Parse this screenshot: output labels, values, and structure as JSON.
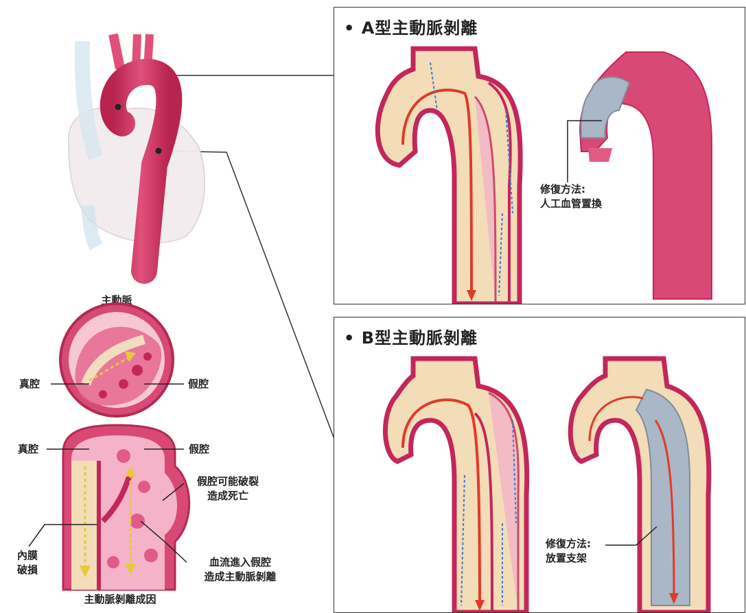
{
  "panel_a": {
    "title": "• A型主動脈剝離",
    "repair_line1": "修復方法:",
    "repair_line2": "人工血管置換"
  },
  "panel_b": {
    "title": "• B型主動脈剝離",
    "repair_line1": "修復方法:",
    "repair_line2": "放置支架"
  },
  "cross_section": {
    "title": "主動脈",
    "true_lumen": "真腔",
    "false_lumen": "假腔"
  },
  "longitudinal": {
    "true_lumen": "真腔",
    "false_lumen": "假腔",
    "rupture_line1": "假腔可能破裂",
    "rupture_line2": "造成死亡",
    "intima_line1": "內膜",
    "intima_line2": "破損",
    "flow_line1": "血流進入假腔",
    "flow_line2": "造成主動脈剝離",
    "caption": "主動脈剝離成因"
  },
  "colors": {
    "aorta": "#d13a6a",
    "aorta_dark": "#a81e4c",
    "tissue": "#f3dcb8",
    "flow_arrow": "#e03a2a",
    "false_flow": "#3a7fd0",
    "graft": "#a9b7c6",
    "false_lumen_fill": "#f2a7c3"
  }
}
